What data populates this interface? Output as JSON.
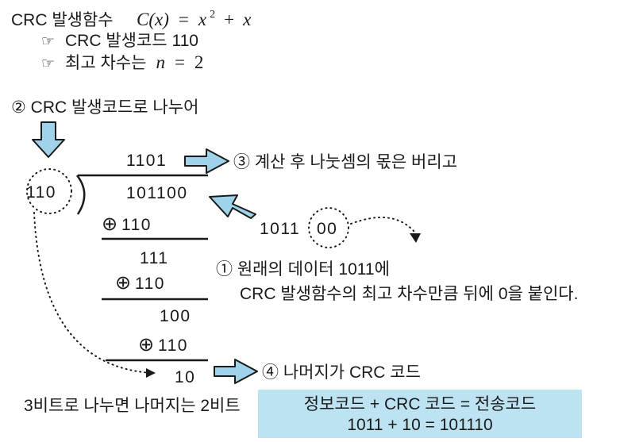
{
  "header": {
    "generator_label": "CRC 발생함수",
    "formula": {
      "fn": "C(x)",
      "eq": "=",
      "base": "x",
      "exp": "2",
      "plus": "+",
      "term": "x"
    },
    "bullet_glyph": "☞",
    "code_line": "CRC 발생코드 110",
    "degree_label": "최고 차수는",
    "degree_var": "n",
    "degree_eq": "=",
    "degree_val": "2"
  },
  "steps": {
    "step2": "② CRC 발생코드로 나누어",
    "step3": "③ 계산 후 나눗셈의 몫은 버리고",
    "step1_line1": "① 원래의 데이터 1011에",
    "step1_line2": "CRC 발생함수의 최고 차수만큼 뒤에 0을 붙인다.",
    "step4": "④ 나머지가 CRC 코드"
  },
  "division": {
    "divisor": "110",
    "quotient": "1101",
    "dividend": "101100",
    "xor_symbol": "⊕",
    "subtrahend1": "110",
    "partial1": "111",
    "subtrahend2": "110",
    "partial2": "100",
    "subtrahend3": "110",
    "remainder": "10"
  },
  "data_label": {
    "bits": "1011",
    "zeros": "00"
  },
  "note": "3비트로 나누면 나머지는 2비트",
  "result": {
    "line1": "정보코드 + CRC 코드 = 전송코드",
    "line2": "1011 + 10 = 101110"
  },
  "colors": {
    "arrow_fill": "#9fd3ea",
    "result_box": "#bde3f3",
    "ink": "#1a1a1a"
  }
}
